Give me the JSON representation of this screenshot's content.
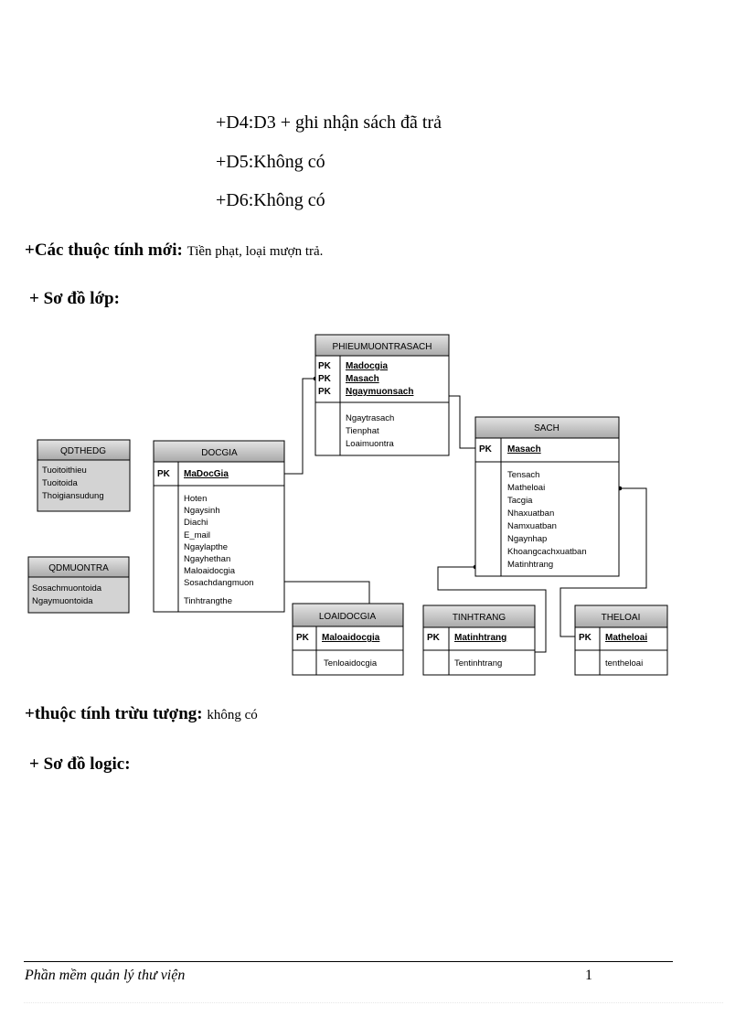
{
  "lines": {
    "d4": "+D4:D3 + ghi nhận sách đã trả",
    "d5": "+D5:Không  có",
    "d6": "+D6:Không có"
  },
  "new_attrs": {
    "label": "+Các thuộc tính mới",
    "colon": ": ",
    "text": "Tiền phạt, loại mượn trả."
  },
  "class_diagram_heading": "+ Sơ đồ lớp:",
  "abstract_attrs": {
    "label": "+thuộc tính trừu tượng",
    "colon": ": ",
    "text": "không có"
  },
  "logic_diagram_heading": "+ Sơ đồ logic:",
  "diagram": {
    "pk_label": "PK",
    "qdthedg": {
      "title": "QDTHEDG",
      "fields": [
        "Tuoitoithieu",
        "Tuoitoida",
        "Thoigiansudung"
      ]
    },
    "qdmuontra": {
      "title": "QDMUONTRA",
      "fields": [
        "Sosachmuontoida",
        "Ngaymuontoida"
      ]
    },
    "docgia": {
      "title": "DOCGIA",
      "pk": "MaDocGia",
      "fields": [
        "Hoten",
        "Ngaysinh",
        "Diachi",
        "E_mail",
        "Ngaylapthe",
        "Ngayhethan",
        "Maloaidocgia",
        "Sosachdangmuon",
        "Tinhtrangthe"
      ]
    },
    "phieumuontrasach": {
      "title": "PHIEUMUONTRASACH",
      "pks": [
        "Madocgia",
        "Masach",
        "Ngaymuonsach"
      ],
      "fields": [
        "Ngaytrasach",
        "Tienphat",
        "Loaimuontra"
      ]
    },
    "sach": {
      "title": "SACH",
      "pk": "Masach",
      "fields": [
        "Tensach",
        "Matheloai",
        "Tacgia",
        "Nhaxuatban",
        "Namxuatban",
        "Ngaynhap",
        "Khoangcachxuatban",
        "Matinhtrang"
      ]
    },
    "loaidocgia": {
      "title": "LOAIDOCGIA",
      "pk": "Maloaidocgia",
      "fields": [
        "Tenloaidocgia"
      ]
    },
    "tinhtrang": {
      "title": "TINHTRANG",
      "pk": "Matinhtrang",
      "fields": [
        "Tentinhtrang"
      ]
    },
    "theloai": {
      "title": "THELOAI",
      "pk": "Matheloai",
      "fields": [
        "tentheloai"
      ]
    }
  },
  "footer": {
    "title": "Phần mềm quản lý thư viện",
    "page": "1"
  }
}
